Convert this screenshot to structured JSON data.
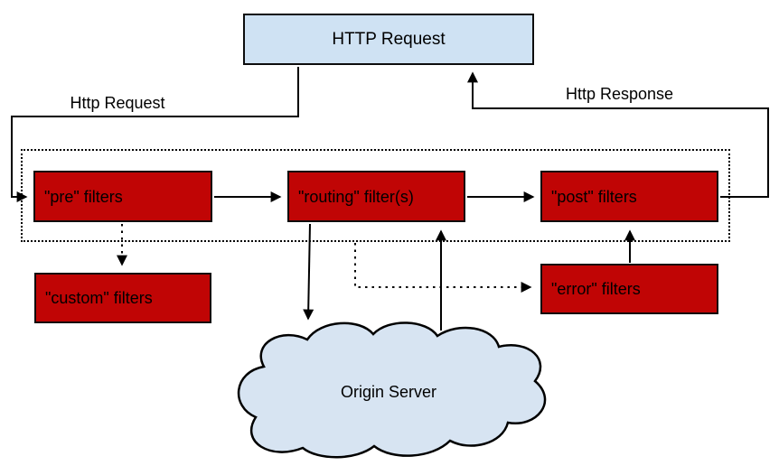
{
  "diagram": {
    "http_request_box": "HTTP Request",
    "edge_labels": {
      "request": "Http Request",
      "response": "Http Response"
    },
    "filters": {
      "pre": "\"pre\" filters",
      "routing": "\"routing\" filter(s)",
      "post": "\"post\" filters",
      "custom": "\"custom\" filters",
      "error": "\"error\" filters"
    },
    "cloud": "Origin Server",
    "colors": {
      "filter_box_fill": "#c00505",
      "request_box_fill": "#cfe2f3",
      "cloud_fill": "#d7e4f2",
      "outline": "#000000"
    }
  }
}
